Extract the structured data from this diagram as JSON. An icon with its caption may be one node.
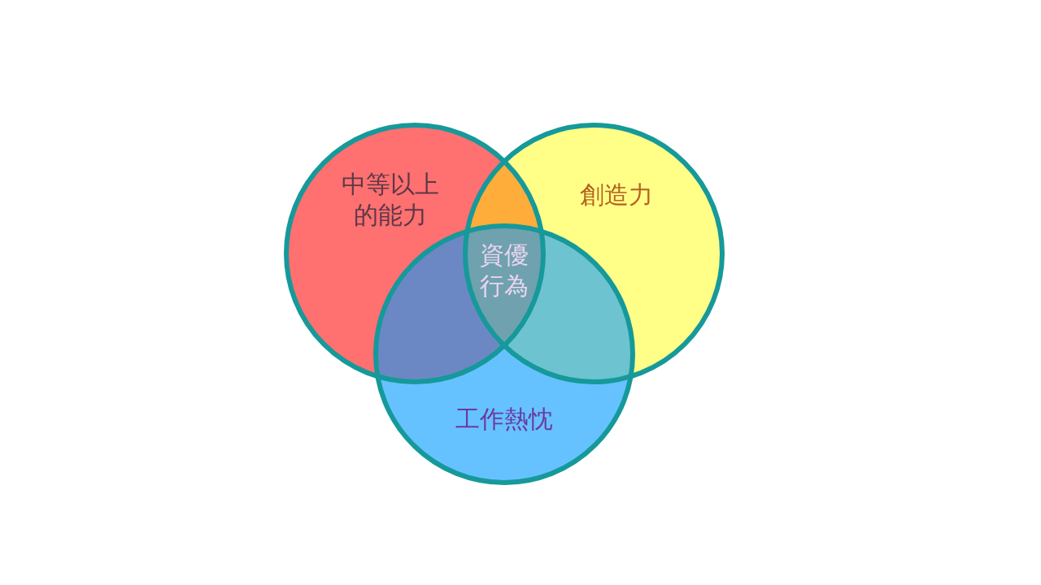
{
  "diagram": {
    "nodes": [
      {
        "text": [
          "中等以上的能力"
        ]
      },
      {
        "text": [
          "創造力"
        ]
      },
      {
        "text": [
          "工作熱忱"
        ]
      }
    ],
    "labels": [
      "資優行為"
    ]
  }
}
